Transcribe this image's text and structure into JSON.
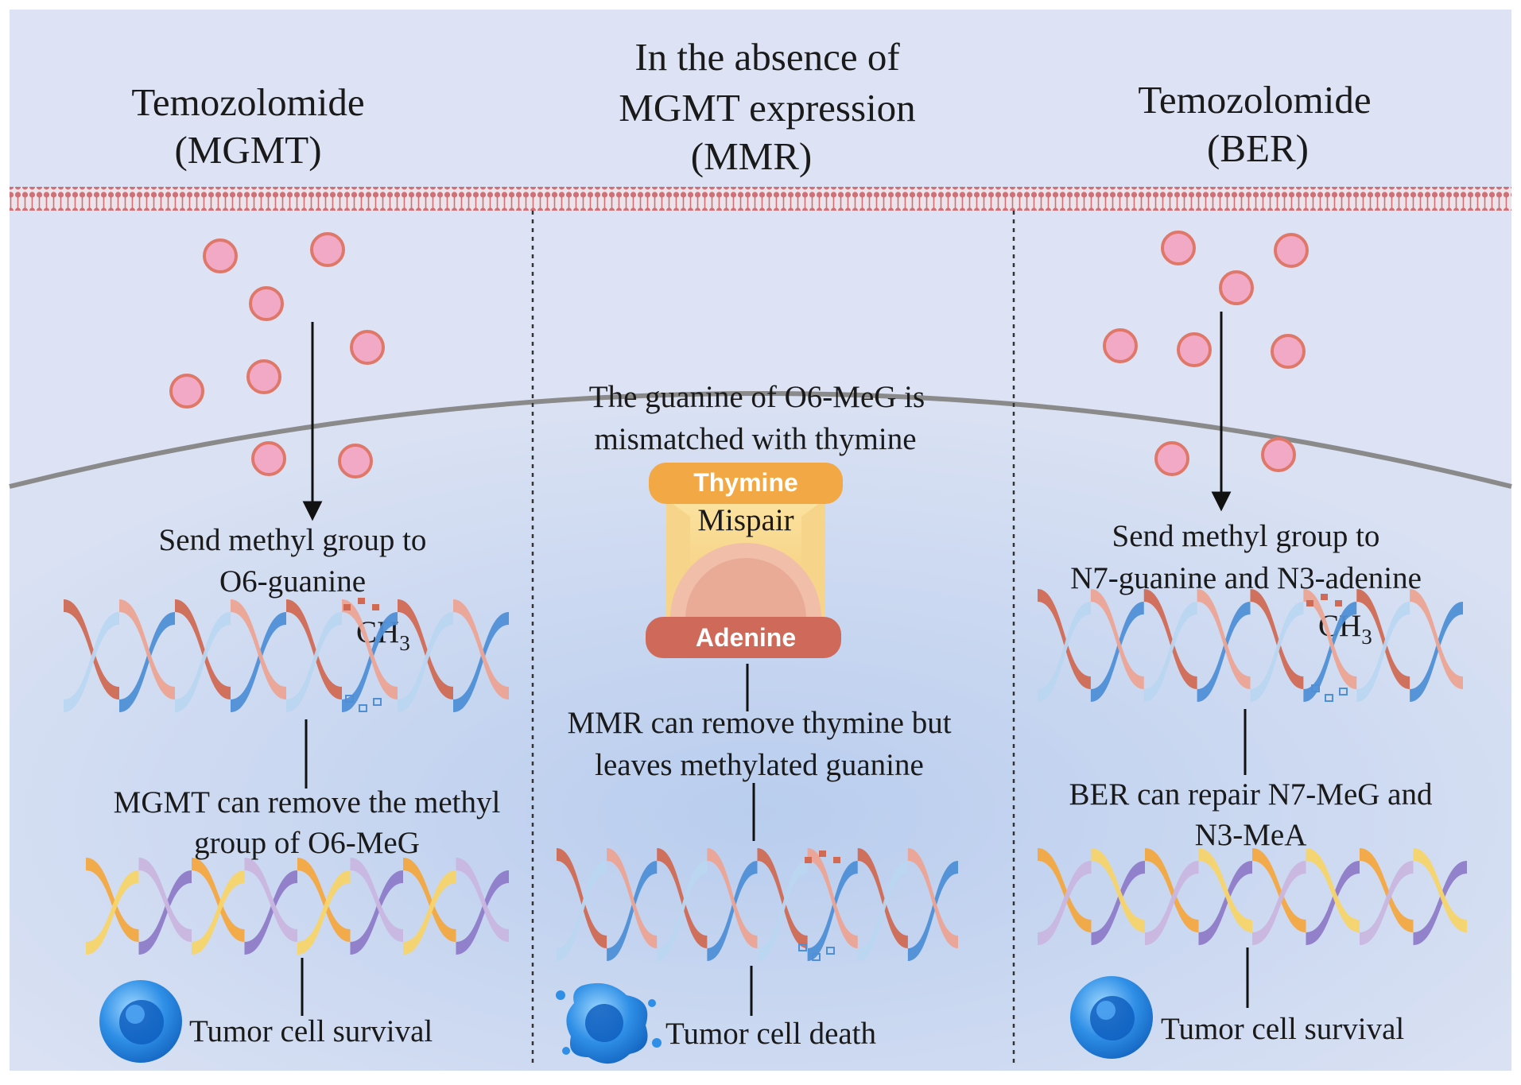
{
  "columns": [
    {
      "header": [
        "Temozolomide",
        "(MGMT)"
      ],
      "step1": [
        "Send methyl group to",
        "O6-guanine"
      ],
      "methyl_label": "CH",
      "methyl_sub": "3",
      "step2": [
        "MGMT can remove the methyl",
        "group of O6-MeG"
      ],
      "outcome": "Tumor cell survival"
    },
    {
      "header": [
        "In the absence of",
        "MGMT expression",
        "(MMR)"
      ],
      "step1": [
        "The guanine of O6-MeG is",
        "mismatched with thymine"
      ],
      "mispair_top": "Thymine",
      "mispair_mid": "Mispair",
      "mispair_bottom": "Adenine",
      "step2": [
        "MMR can remove thymine but",
        "leaves methylated guanine"
      ],
      "outcome": "Tumor cell death"
    },
    {
      "header": [
        "Temozolomide",
        "(BER)"
      ],
      "step1": [
        "Send methyl group to",
        "N7-guanine and N3-adenine"
      ],
      "methyl_label": "CH",
      "methyl_sub": "3",
      "step2": [
        "BER can repair N7-MeG and",
        "N3-MeA"
      ],
      "outcome": "Tumor cell survival"
    }
  ],
  "colors": {
    "background": "#dde3f4",
    "membrane": "#cf6f76",
    "molecule_fill": "#f2a9c6",
    "molecule_stroke": "#e0786a",
    "thymine": "#f2a844",
    "adenine": "#cf6a5a",
    "dna_blue": "#4f8fd6",
    "dna_red": "#d06a54",
    "dna_peach": "#eca493",
    "dna_light": "#b9d6f0",
    "dna_orange": "#f3a840",
    "dna_purple": "#8e7bc8",
    "dna_yellow": "#f7d46a",
    "dna_lilac": "#c9b6df"
  }
}
